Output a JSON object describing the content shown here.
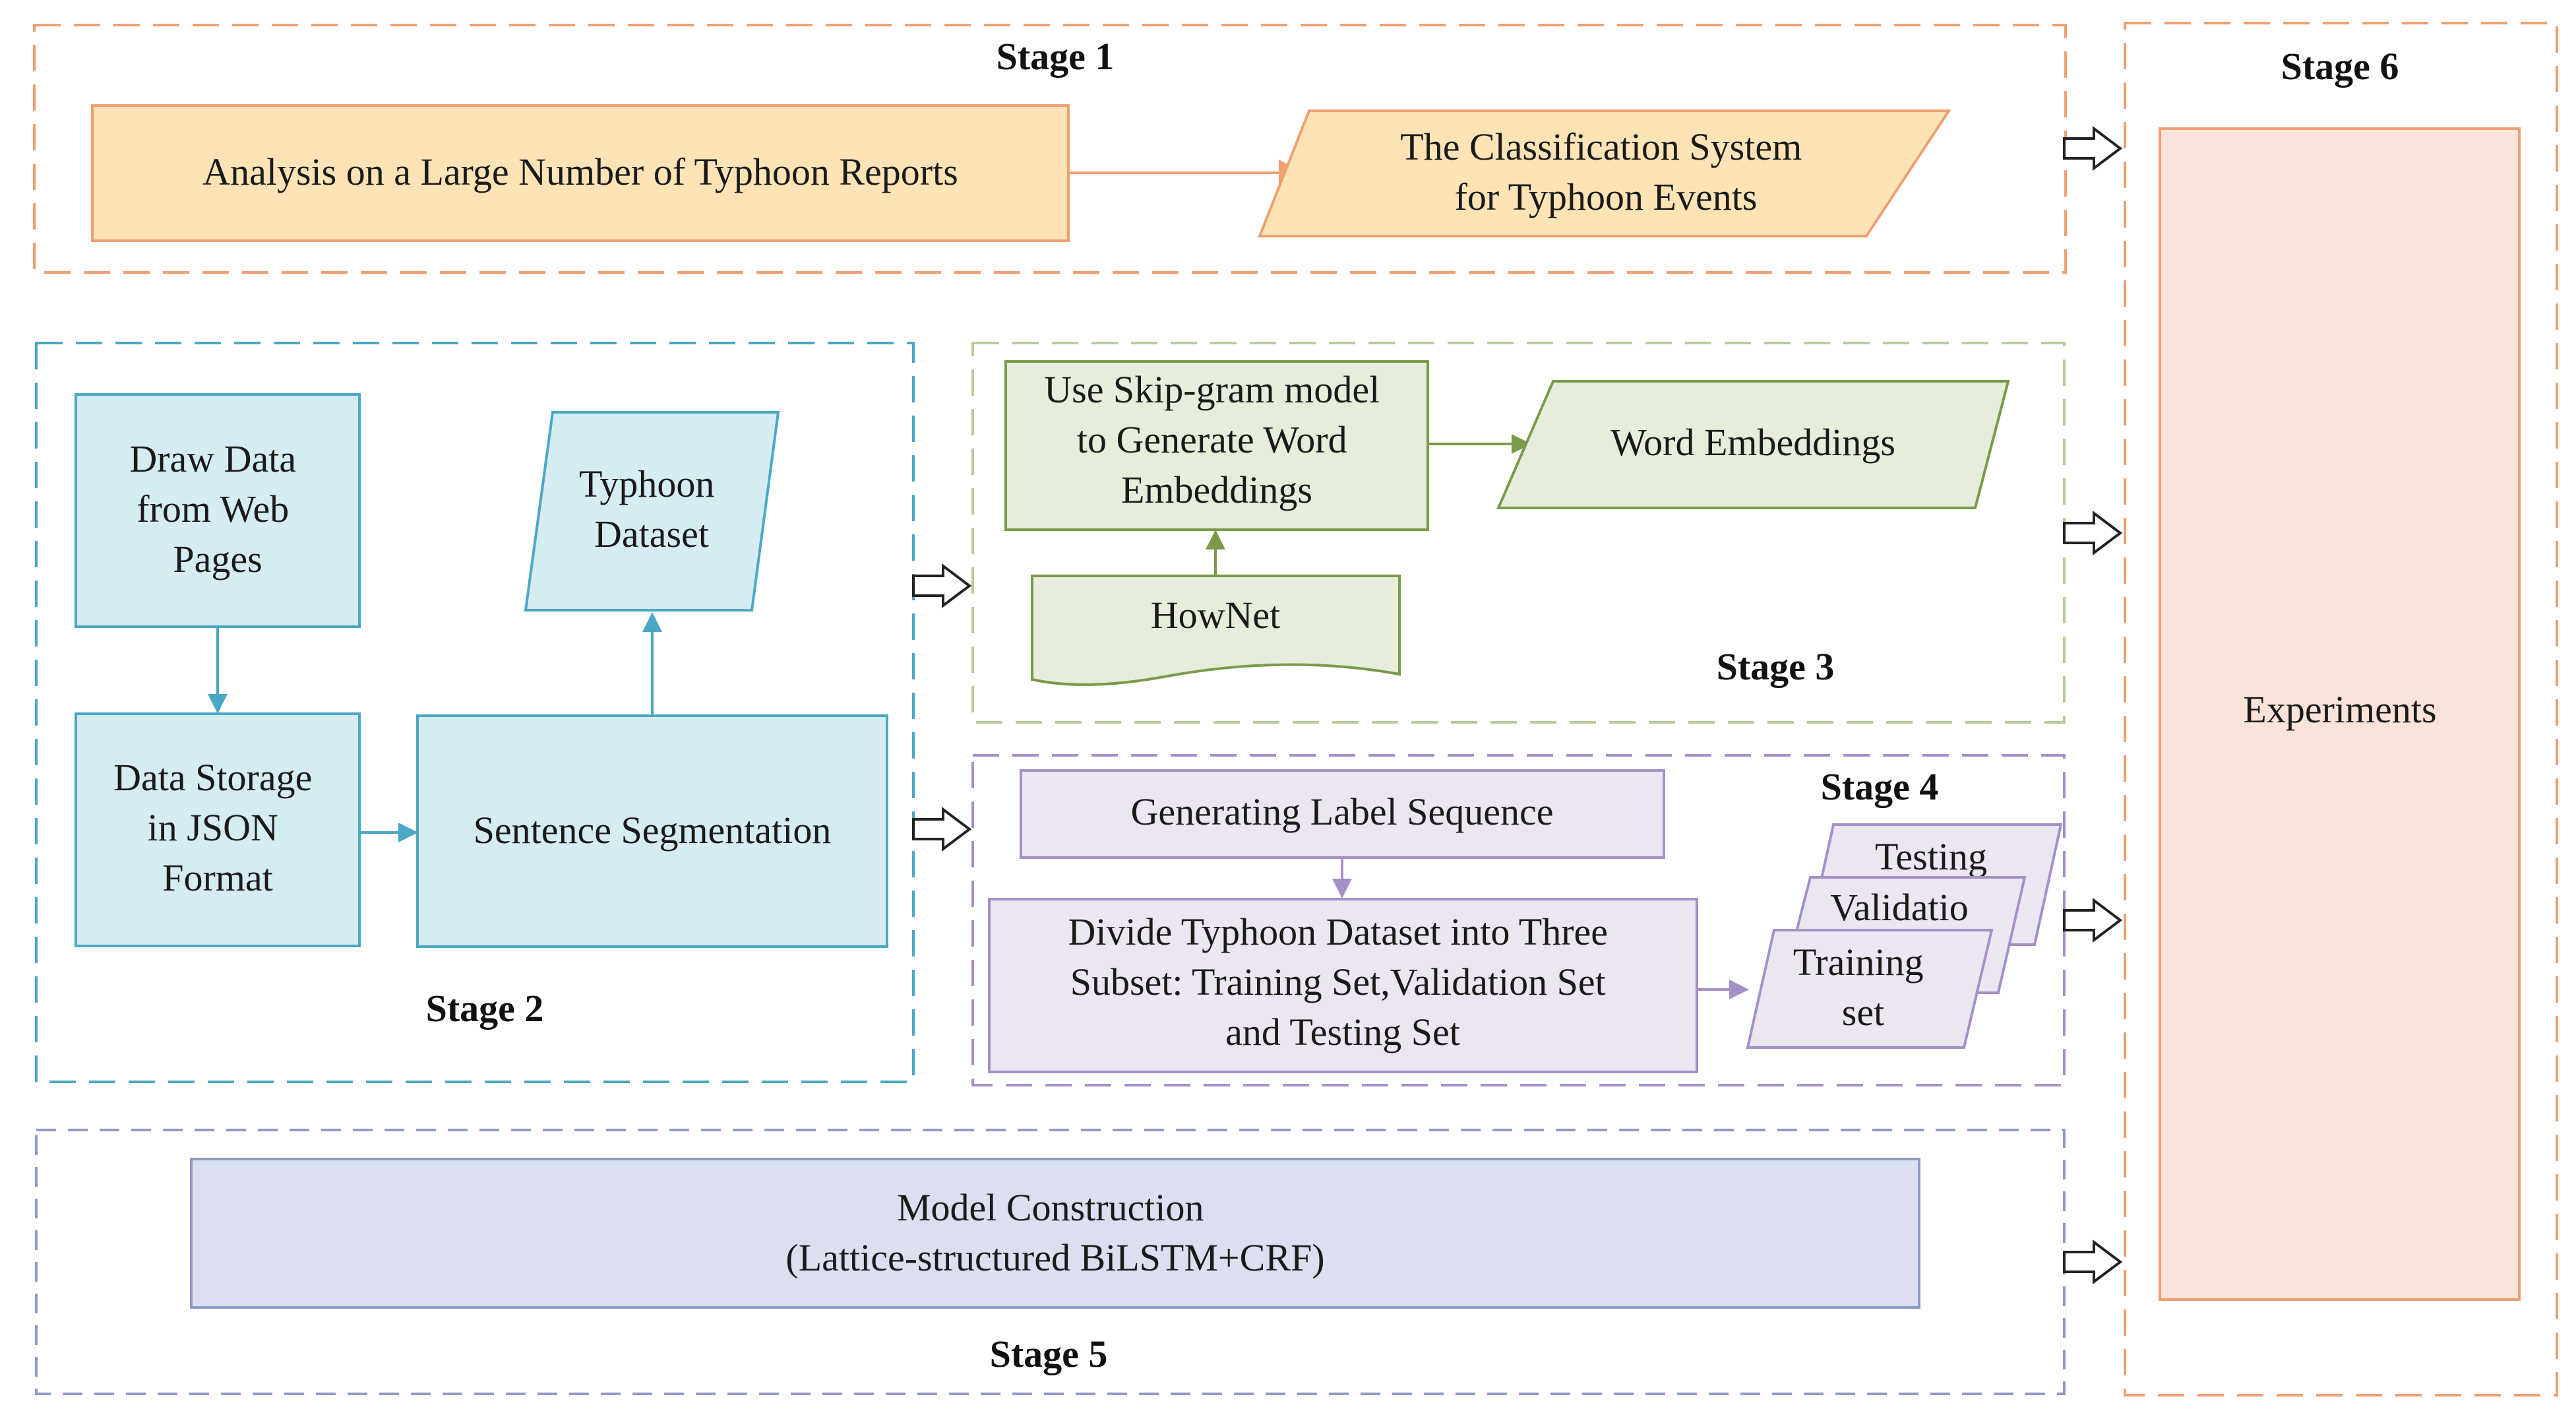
{
  "stages": {
    "s1": "Stage 1",
    "s2": "Stage 2",
    "s3": "Stage 3",
    "s4": "Stage 4",
    "s5": "Stage 5",
    "s6": "Stage 6"
  },
  "nodes": {
    "analysis": "Analysis on a Large Number of Typhoon Reports",
    "classification": [
      "The Classification System",
      "for Typhoon Events"
    ],
    "draw_data": [
      "Draw Data",
      "from Web",
      "Pages"
    ],
    "typhoon_dataset": [
      "Typhoon",
      "Dataset"
    ],
    "data_storage": [
      "Data Storage",
      "in JSON",
      "Format"
    ],
    "sentence_seg": "Sentence Segmentation",
    "skipgram": [
      "Use Skip-gram model",
      "to Generate Word",
      "Embeddings"
    ],
    "word_embeddings": "Word Embeddings",
    "hownet": "HowNet",
    "label_seq": "Generating Label Sequence",
    "divide": [
      "Divide Typhoon Dataset into Three",
      "Subset: Training Set,Validation Set",
      "and Testing Set"
    ],
    "testing": "Testing",
    "validation": "Validatio",
    "training": [
      "Training",
      "set"
    ],
    "model": [
      "Model Construction",
      "(Lattice-structured BiLSTM+CRF)"
    ],
    "experiments": "Experiments"
  },
  "colors": {
    "orange_border": "#f0a070",
    "orange_fill": "#fde3b5",
    "blue_border": "#4aa8c4",
    "blue_fill": "#d6ecf3",
    "green_border": "#7a9a4a",
    "green_fill": "#e6eedb",
    "purple_border": "#a590c8",
    "purple_fill": "#ebe6f1",
    "indigo_border": "#8e9bc8",
    "indigo_fill": "#dcdff0",
    "salmon_fill": "#fbe3da"
  }
}
